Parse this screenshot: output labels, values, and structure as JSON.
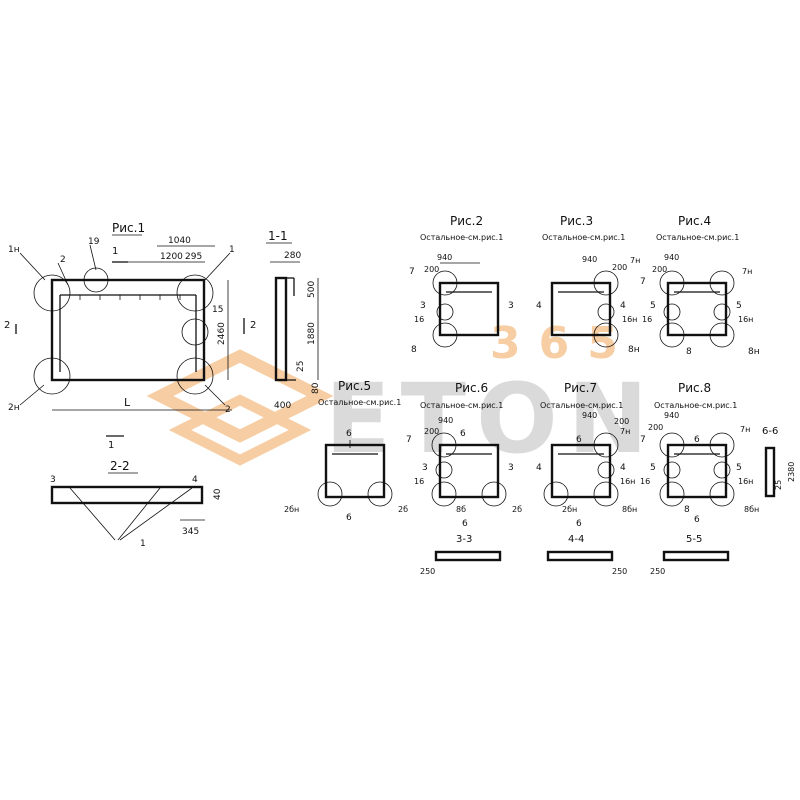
{
  "figures": {
    "fig1": "Рис.1",
    "fig2": "Рис.2",
    "fig3": "Рис.3",
    "fig4": "Рис.4",
    "fig5": "Рис.5",
    "fig6": "Рис.6",
    "fig7": "Рис.7",
    "fig8": "Рис.8"
  },
  "note": "Остальное-см.рис.1",
  "sections": {
    "s11": "1-1",
    "s22": "2-2",
    "s33": "3-3",
    "s44": "4-4",
    "s55": "5-5",
    "s66": "6-6"
  },
  "fig1": {
    "d1040": "1040",
    "d1200": "1200",
    "d295": "295",
    "d2460": "2460",
    "L": "L",
    "c1": "1",
    "c2": "2",
    "c15": "15",
    "c19": "19",
    "c1n": "1н",
    "c2n": "2н",
    "cut1": "1",
    "cut2": "2"
  },
  "sec11": {
    "d280": "280",
    "d500": "500",
    "d1880": "1880",
    "d25": "25",
    "d80": "80",
    "d400": "400"
  },
  "sec22": {
    "c3": "3",
    "c4": "4",
    "c1": "1",
    "d40": "40",
    "d345": "345"
  },
  "fig2": {
    "d940": "940",
    "d200": "200",
    "c7": "7",
    "c3a": "3",
    "c3b": "3",
    "c16": "16",
    "c8": "8"
  },
  "fig3": {
    "d940": "940",
    "d200": "200",
    "c7n": "7н",
    "c4a": "4",
    "c4b": "4",
    "c16n": "16н",
    "c8n": "8н"
  },
  "fig4": {
    "d940": "940",
    "d200": "200",
    "c7": "7",
    "c7n": "7н",
    "c5a": "5",
    "c5b": "5",
    "c16": "16",
    "c16n": "16н",
    "c8": "8",
    "c8n": "8н"
  },
  "fig5": {
    "c6a": "6",
    "c6b": "6",
    "c2bn": "2бн",
    "c2b": "2б"
  },
  "fig6": {
    "d940": "940",
    "d200": "200",
    "c7": "7",
    "c6a": "6",
    "c6b": "6",
    "c3a": "3",
    "c3b": "3",
    "c16": "16",
    "c8b": "8б",
    "c2b": "2б"
  },
  "fig7": {
    "d940": "940",
    "d200": "200",
    "c7n": "7н",
    "c6a": "6",
    "c6b": "6",
    "c4a": "4",
    "c4b": "4",
    "c16n": "16н",
    "c2bn": "2бн",
    "c8bn": "8бн"
  },
  "fig8": {
    "d940": "940",
    "d200": "200",
    "c7": "7",
    "c7n": "7н",
    "c6a": "6",
    "c6b": "6",
    "c5a": "5",
    "c5b": "5",
    "c16": "16",
    "c16n": "16н",
    "c8": "8",
    "c8bn": "8бн"
  },
  "sec66": {
    "d25": "25",
    "d2380": "2380"
  },
  "sec345": {
    "d250a": "250",
    "d250b": "250",
    "d250c": "250"
  },
  "watermark": {
    "number": "365",
    "brand": "ETON",
    "color_primary": "#f2a65a",
    "color_secondary": "#b8b8b8"
  }
}
